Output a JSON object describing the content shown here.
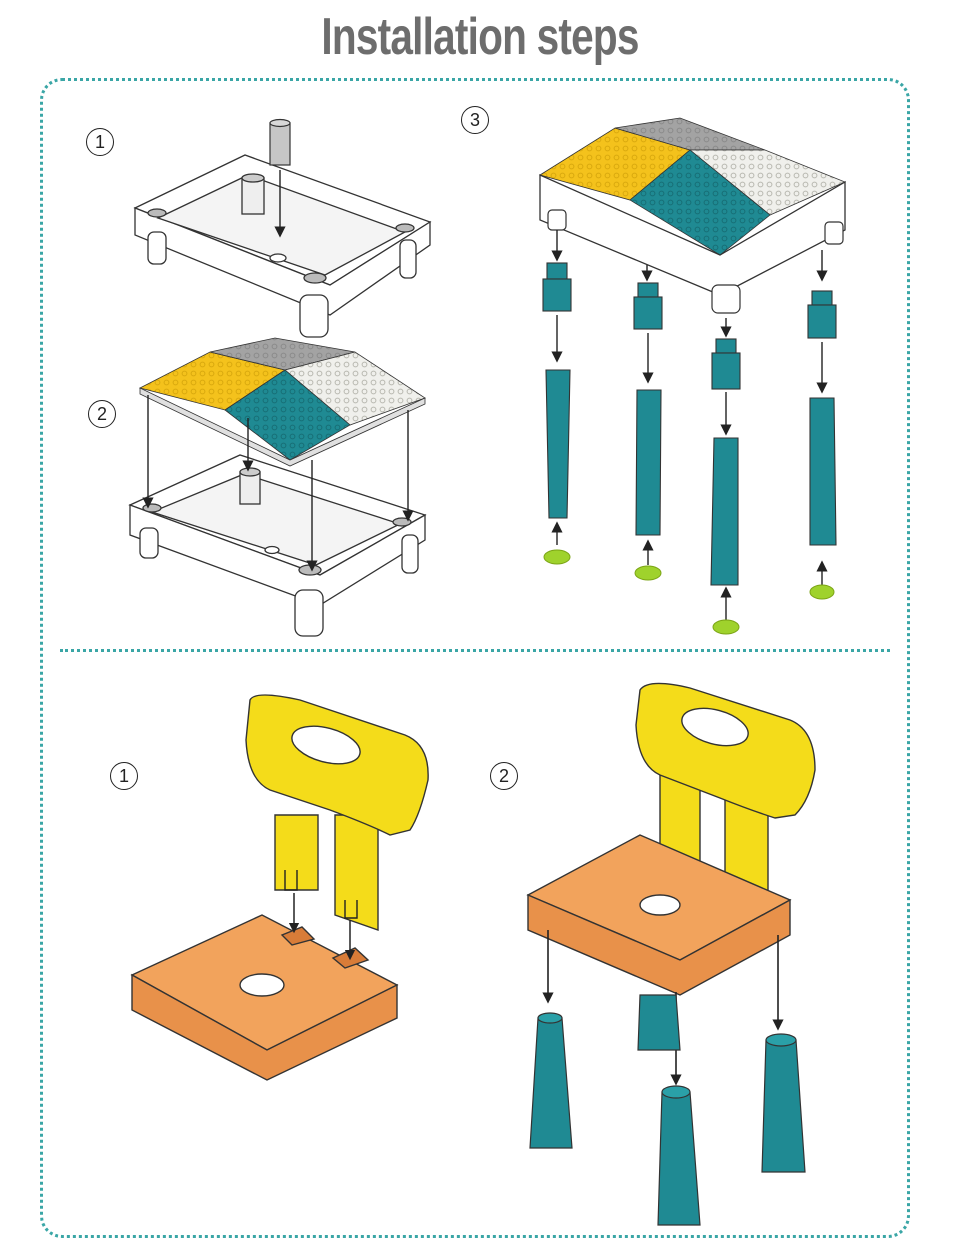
{
  "title": "Installation steps",
  "table_steps": {
    "step1": "1",
    "step2": "2",
    "step3": "3"
  },
  "chair_steps": {
    "step1": "1",
    "step2": "2"
  },
  "colors": {
    "frame_dots": "#3aa6a6",
    "title": "#6d6d6d",
    "teal": "#1f8a93",
    "yellow": "#f4c21c",
    "gray": "#a3a3a3",
    "white_studs": "#ececec",
    "chair_back": "#f4dc1a",
    "seat": "#f2a35c",
    "foot_pad": "#9fd22c"
  }
}
